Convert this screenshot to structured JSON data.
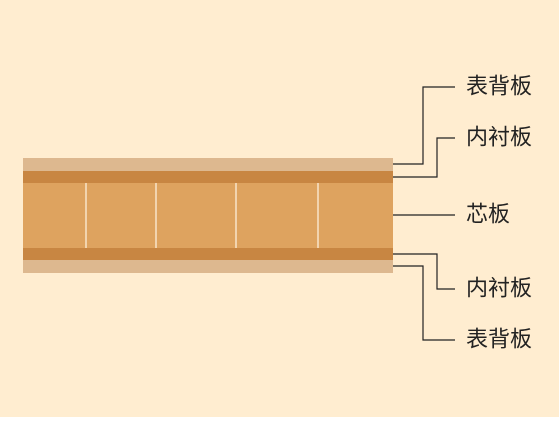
{
  "colors": {
    "background": "#FFEDD0",
    "face_layer": "#DDB88F",
    "lining_layer": "#C88642",
    "core_layer": "#DEA35F",
    "core_seam": "#FFF4E4",
    "leader_line": "#222222",
    "label_text": "#222222"
  },
  "labels": {
    "top_face": "表背板",
    "top_lining": "内衬板",
    "core": "芯板",
    "bottom_lining": "内衬板",
    "bottom_face": "表背板"
  }
}
